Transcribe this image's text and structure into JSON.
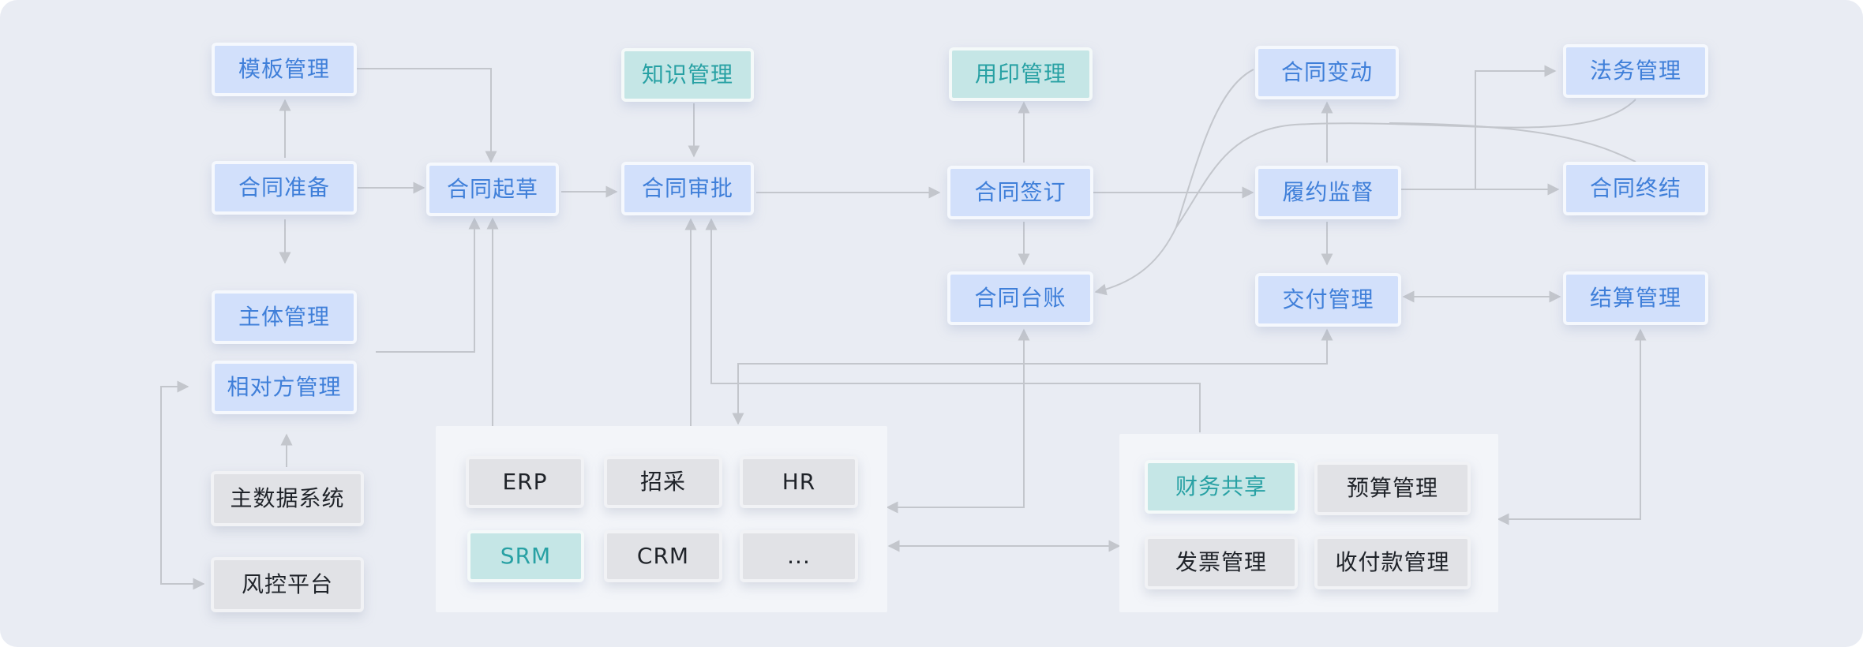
{
  "nodes": {
    "template": "模板管理",
    "prepare": "合同准备",
    "subject": "主体管理",
    "counterparty": "相对方管理",
    "masterdata": "主数据系统",
    "risk": "风控平台",
    "draft": "合同起草",
    "knowledge": "知识管理",
    "approve": "合同审批",
    "seal": "用印管理",
    "sign": "合同签订",
    "ledger": "合同台账",
    "change": "合同变动",
    "monitor": "履约监督",
    "delivery": "交付管理",
    "legal": "法务管理",
    "terminate": "合同终结",
    "settle": "结算管理"
  },
  "systems": {
    "erp": "ERP",
    "purchase": "招采",
    "hr": "HR",
    "srm": "SRM",
    "crm": "CRM",
    "more": "..."
  },
  "finance": {
    "shared": "财务共享",
    "budget": "预算管理",
    "invoice": "发票管理",
    "payment": "收付款管理"
  },
  "colors": {
    "background": "#e9ecf3",
    "panel": "#f3f5f9",
    "blue_node_fill": "#d2e0fb",
    "blue_node_text": "#3f7fd9",
    "teal_node_fill": "#c5e6e6",
    "teal_node_text": "#28a1a4",
    "gray_node_fill": "#e1e2e6",
    "gray_node_text": "#1f2329",
    "connector": "#c3c6cc"
  }
}
